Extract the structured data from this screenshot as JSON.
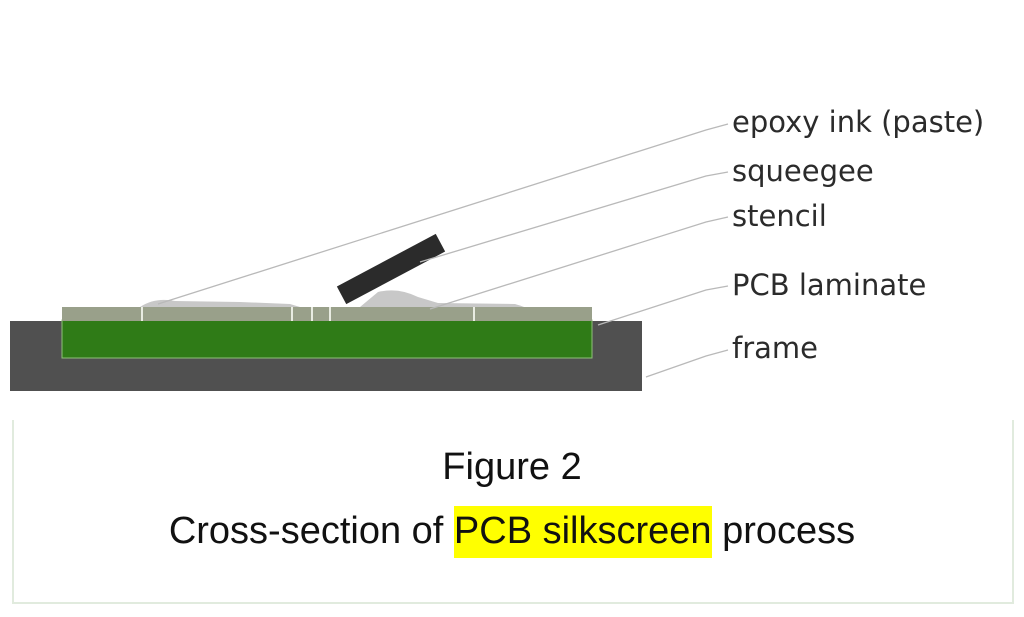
{
  "labels": {
    "epoxy_ink": "epoxy ink (paste)",
    "squeegee": "squeegee",
    "stencil": "stencil",
    "pcb_laminate": "PCB laminate",
    "frame": "frame"
  },
  "caption": {
    "title": "Figure 2",
    "text_before": "Cross-section of ",
    "text_highlight": "PCB silkscreen",
    "text_after": " process"
  },
  "colors": {
    "frame": "#505050",
    "laminate": "#2f7b17",
    "stencil": "#99a08a",
    "ink_paste": "#c8c8c8",
    "squeegee": "#2b2b2b",
    "highlight": "#ffff00",
    "caption_border": "#e1ebde"
  }
}
